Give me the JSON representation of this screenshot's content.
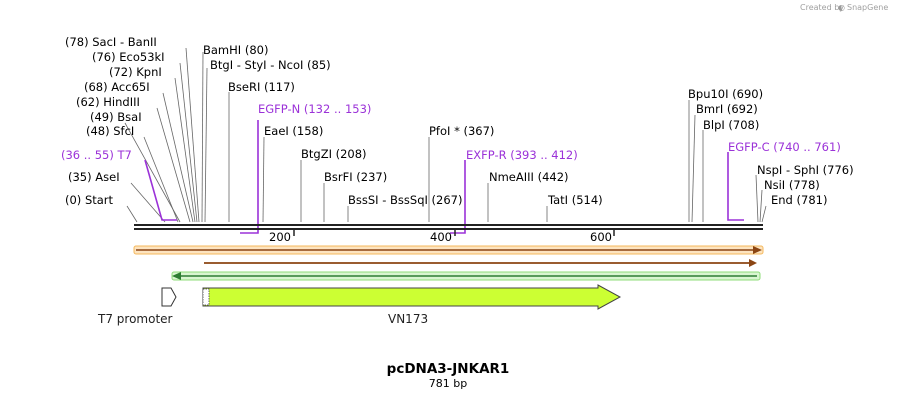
{
  "header": {
    "created_by": "Created by",
    "brand": "SnapGene"
  },
  "map": {
    "name": "pcDNA3-JNKAR1",
    "length_label": "781 bp",
    "length_bp": 781,
    "ticks": [
      {
        "bp": 200,
        "label": "200"
      },
      {
        "bp": 400,
        "label": "400"
      },
      {
        "bp": 600,
        "label": "600"
      }
    ]
  },
  "sites": [
    {
      "label": "(78)  SacI  - BanII"
    },
    {
      "label": "(76)  Eco53kI"
    },
    {
      "label": "(72)  KpnI"
    },
    {
      "label": "(68)  Acc65I"
    },
    {
      "label": "(62)  HindIII"
    },
    {
      "label": "(49)  BsaI"
    },
    {
      "label": "(48)  SfcI"
    },
    {
      "label": "(35)  AseI"
    },
    {
      "label": "(0)  Start"
    },
    {
      "label": "BamHI  (80)"
    },
    {
      "label": "BtgI  - StyI  - NcoI  (85)"
    },
    {
      "label": "BseRI  (117)"
    },
    {
      "label": "EaeI  (158)"
    },
    {
      "label": "BtgZI  (208)"
    },
    {
      "label": "BsrFI  (237)"
    },
    {
      "label": "BssSI  - BssSqI  (267)"
    },
    {
      "label": "PfoI *  (367)"
    },
    {
      "label": "NmeAIII  (442)"
    },
    {
      "label": "TatI  (514)"
    },
    {
      "label": "Bpu10I  (690)"
    },
    {
      "label": "BmrI  (692)"
    },
    {
      "label": "BlpI  (708)"
    },
    {
      "label": "NspI  - SphI  (776)"
    },
    {
      "label": "NsiI  (778)"
    },
    {
      "label": "End  (781)"
    }
  ],
  "primers": [
    {
      "label": "(36 .. 55)  T7"
    },
    {
      "label": "EGFP-N  (132 .. 153)"
    },
    {
      "label": "EXFP-R  (393 .. 412)"
    },
    {
      "label": "EGFP-C  (740 .. 761)"
    }
  ],
  "features": [
    {
      "label": "T7 promoter",
      "color": "#ffffff"
    },
    {
      "label": "VN173",
      "color": "#ccff33"
    }
  ],
  "orfs": [
    {
      "direction": "forward",
      "color": "#f5a623"
    },
    {
      "direction": "forward",
      "color": "#8b4513"
    },
    {
      "direction": "reverse",
      "color": "#33cc33"
    }
  ]
}
